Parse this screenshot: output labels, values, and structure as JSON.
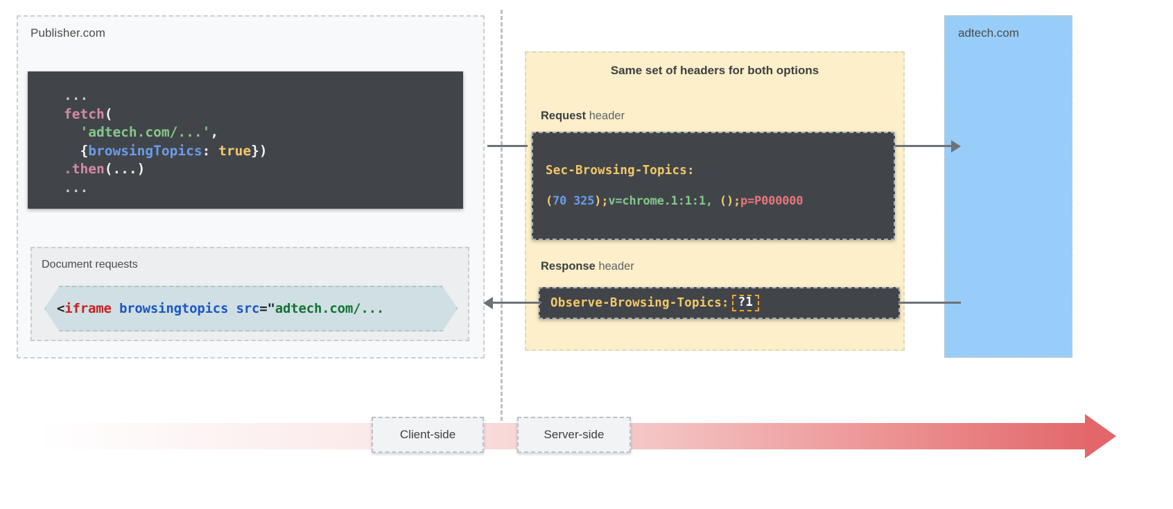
{
  "publisher": {
    "label": "Publisher.com",
    "fetch_code": {
      "dots_top": "...",
      "fn": "fetch",
      "open_paren": "(",
      "url_string": "'adtech.com/...'",
      "comma": ",",
      "obj_open": "{",
      "option_key": "browsingTopics",
      "colon": ":",
      "option_value": "true",
      "obj_close": "})",
      "then": ".then",
      "then_args": "(...)",
      "dots_bottom": "..."
    },
    "document_requests": {
      "label": "Document requests",
      "snippet": {
        "lt": "<",
        "tag": "iframe",
        "attr": "browsingtopics",
        "src_attr": "src",
        "eq": "=\"",
        "src_value": "adtech.com/..."
      }
    }
  },
  "headers_panel": {
    "title": "Same set of headers for both options",
    "request_label_bold": "Request",
    "request_label_rest": " header",
    "response_label_bold": "Response",
    "response_label_rest": " header",
    "request_header": {
      "name": "Sec-Browsing-Topics:",
      "value_open_paren": "(",
      "value_topics": "70 325",
      "value_close_paren": ")",
      "value_semi1": ";",
      "value_version": "v=chrome.1:1:1,",
      "value_empty": " ()",
      "value_semi2": ";",
      "value_p": "p=P000000"
    },
    "response_header": {
      "name": "Observe-Browsing-Topics:",
      "value": "?1"
    }
  },
  "adtech": {
    "label": "adtech.com"
  },
  "timeline": {
    "client_label": "Client-side",
    "server_label": "Server-side"
  },
  "colors": {
    "publisher_bg": "#f8f9fa",
    "headers_bg": "#fcefc9",
    "adtech_bg": "#97cdf8",
    "code_bg": "#41454a",
    "header_name": "#f5c967",
    "observe_box_border": "#f0a72b",
    "timeline_end": "#e2666a",
    "arrow_grey": "#6e7276",
    "chip_bg": "#cfdfe3"
  }
}
